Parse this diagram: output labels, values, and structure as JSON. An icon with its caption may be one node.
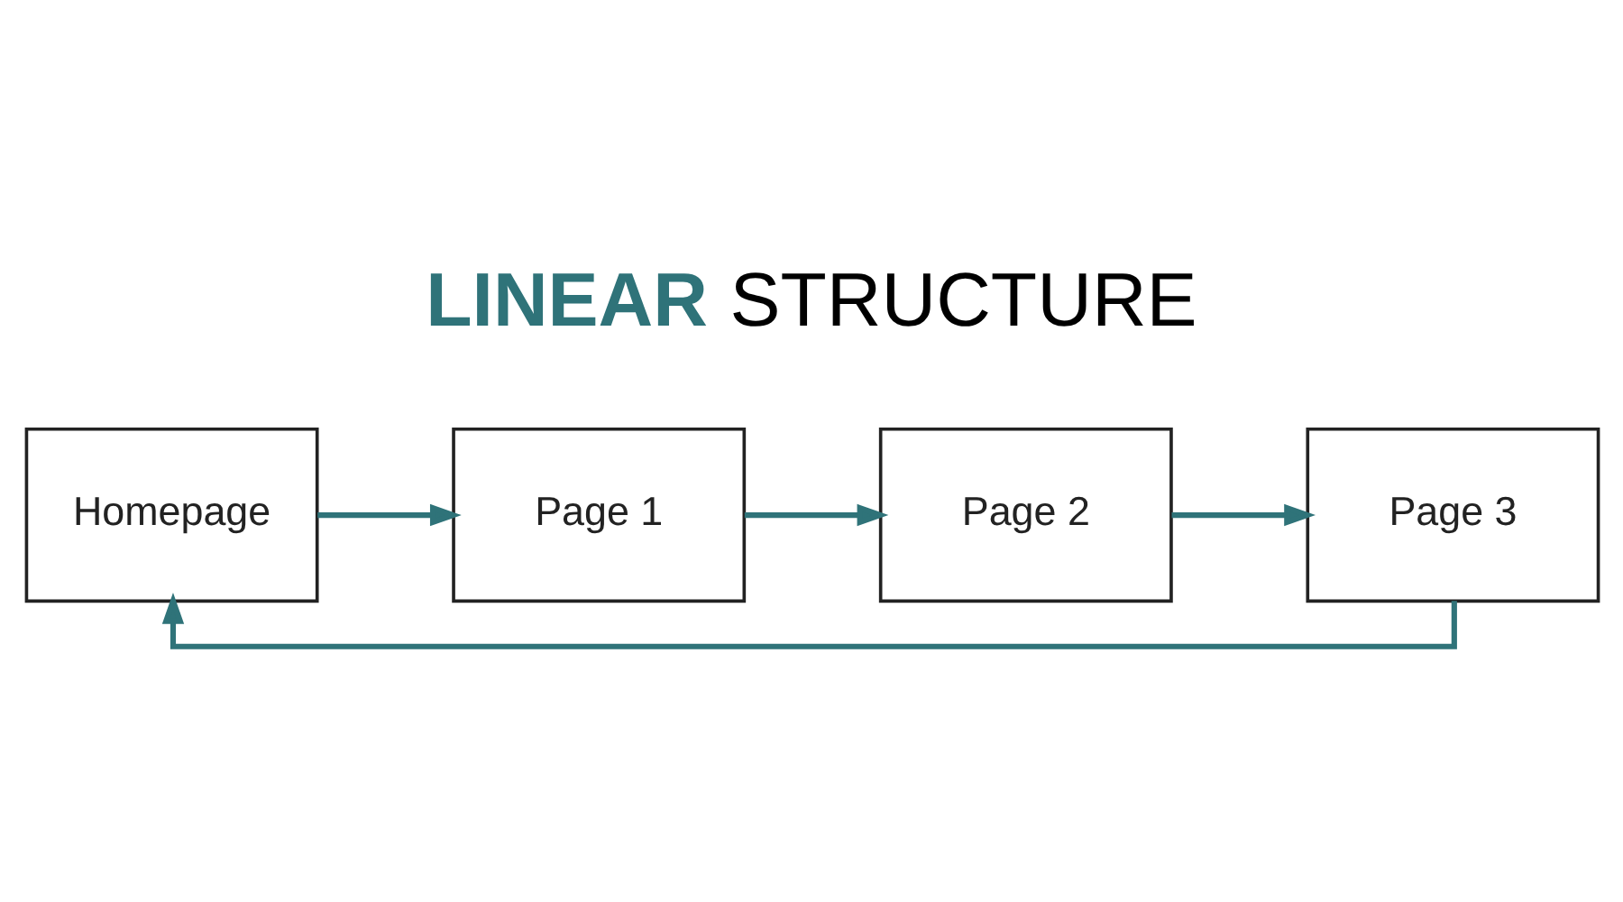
{
  "diagram": {
    "title": "**LINEAR** STRUCTURE",
    "nodes": [
      {
        "text": [
          "Homepage"
        ]
      },
      {
        "text": [
          "Page 1"
        ]
      },
      {
        "text": [
          "Page 2"
        ]
      },
      {
        "text": [
          "Page 3"
        ]
      }
    ],
    "edges": [
      {
        "from": 0,
        "to": 1,
        "arrow": "to"
      },
      {
        "from": 1,
        "to": 2,
        "arrow": "to"
      },
      {
        "from": 2,
        "to": 3,
        "arrow": "to"
      },
      {
        "from": 3,
        "to": 0,
        "arrow": "to"
      }
    ]
  }
}
